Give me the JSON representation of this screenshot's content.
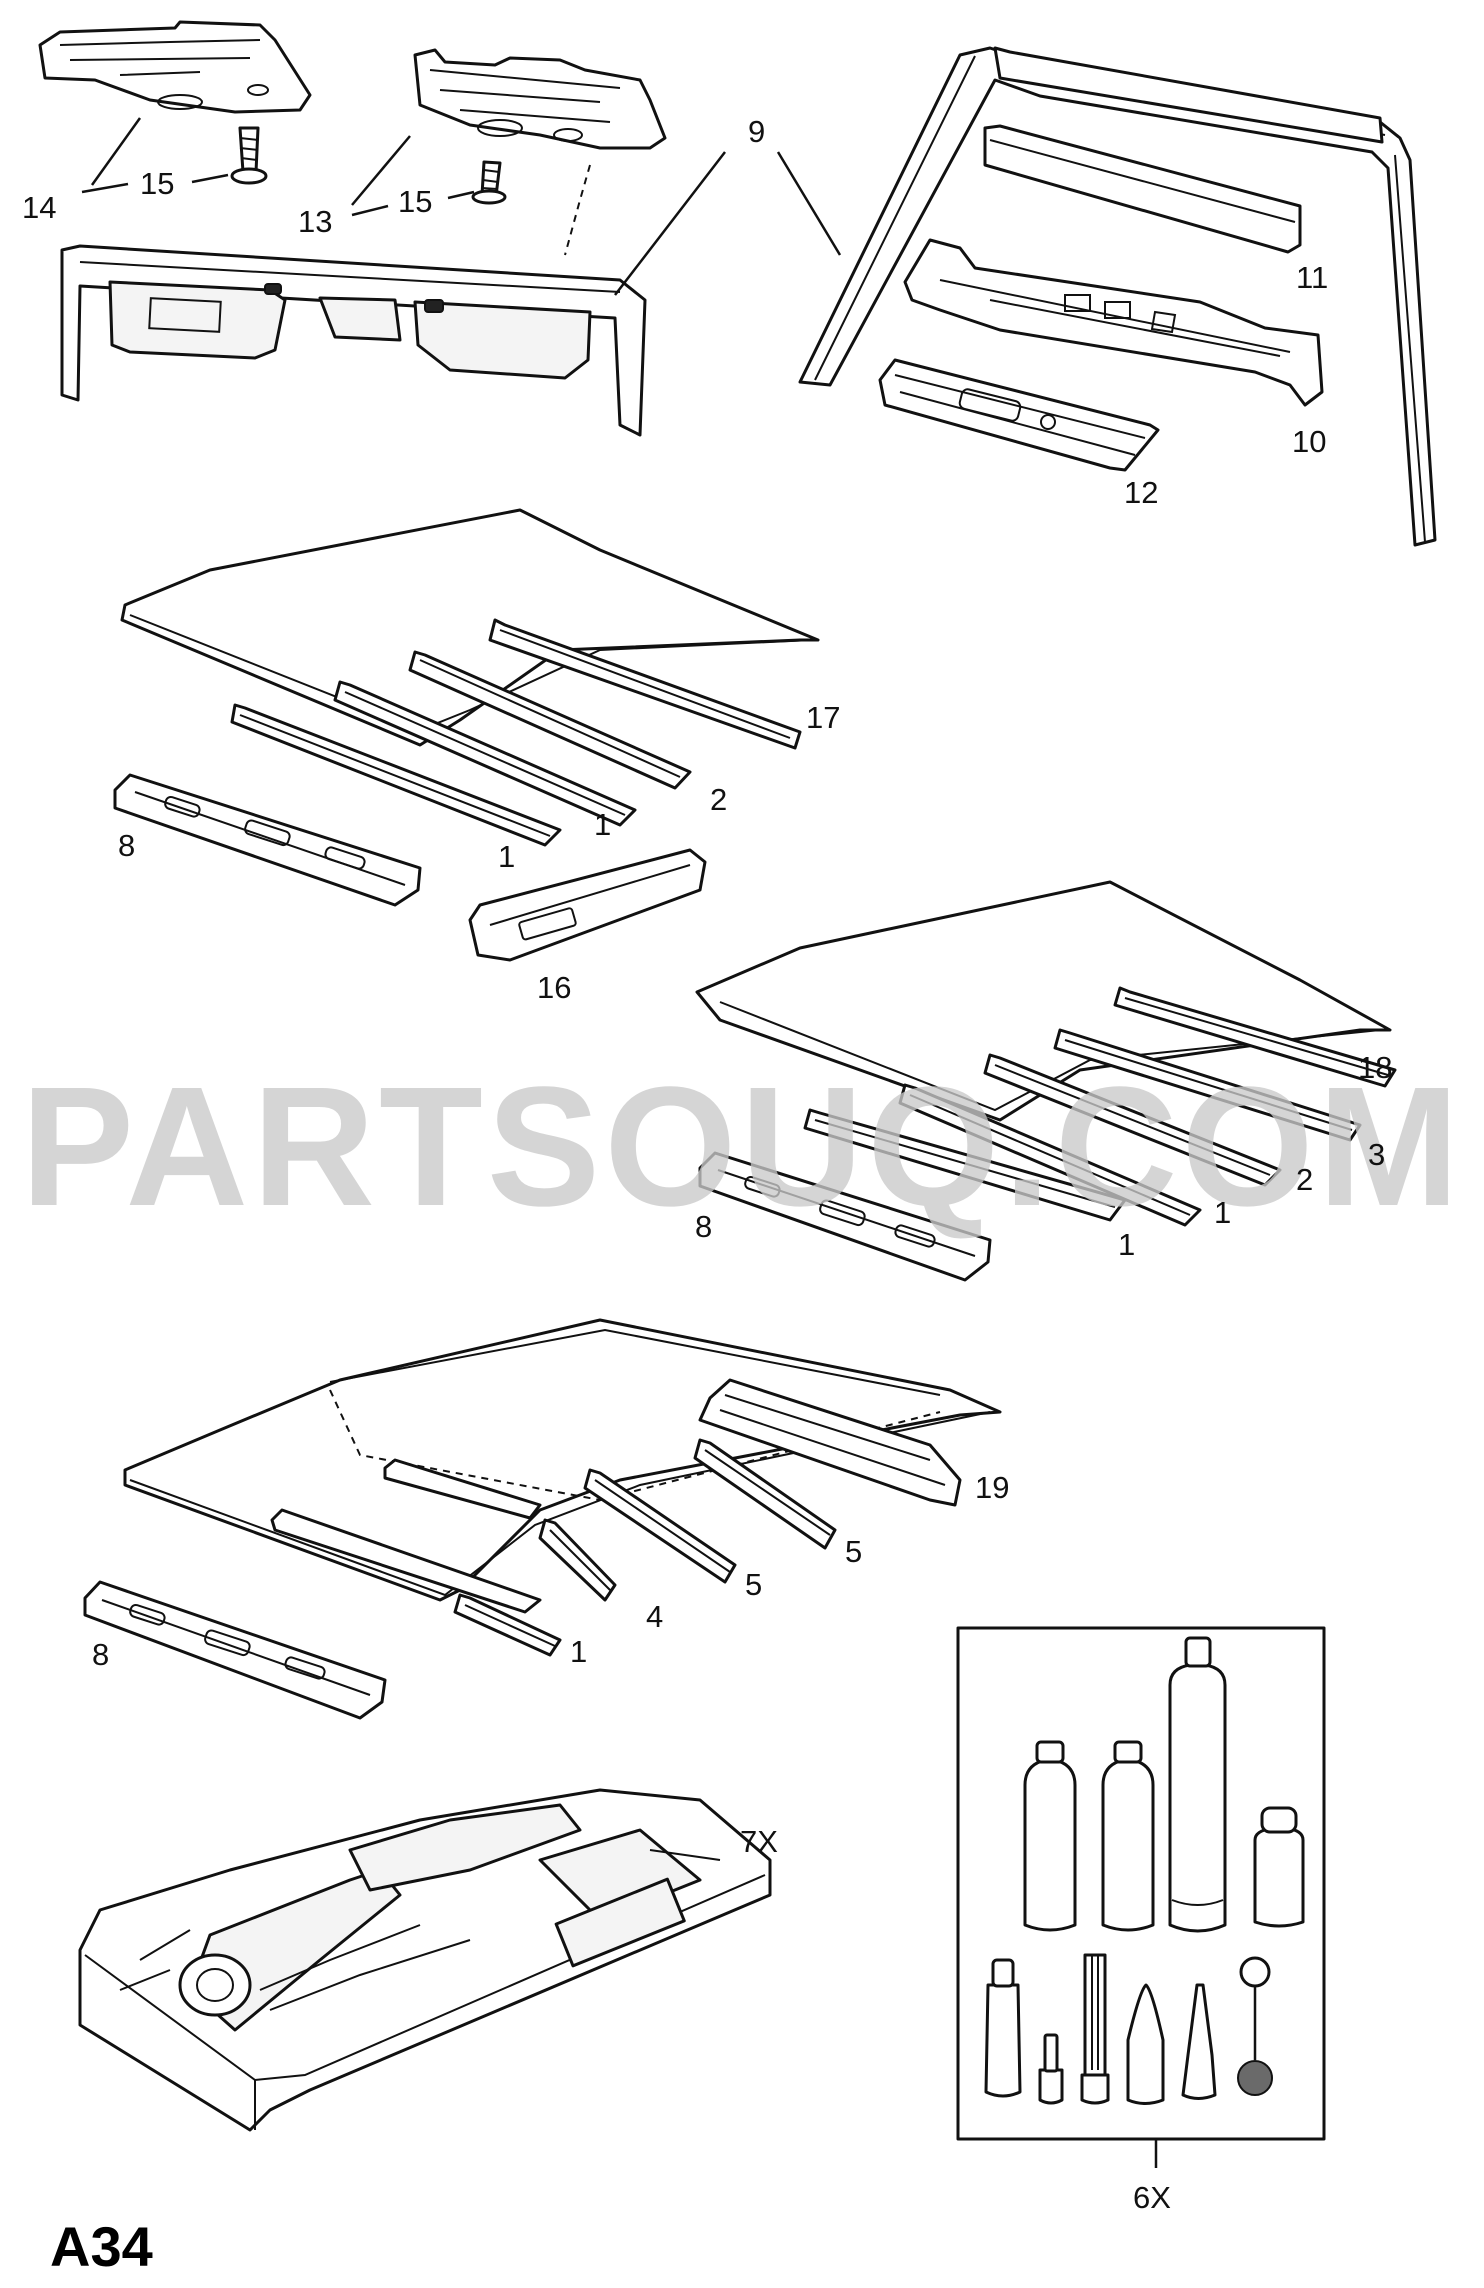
{
  "diagram": {
    "page_code": "A34",
    "watermark": "PARTSOUQ.COM",
    "callouts": {
      "c14": "14",
      "c15a": "15",
      "c13": "13",
      "c15b": "15",
      "c9": "9",
      "c11": "11",
      "c10": "10",
      "c12": "12",
      "c17": "17",
      "c2a": "2",
      "c1a": "1",
      "c1b": "1",
      "c8a": "8",
      "c16": "16",
      "c18": "18",
      "c3": "3",
      "c2b": "2",
      "c1c": "1",
      "c1d": "1",
      "c8b": "8",
      "c19": "19",
      "c5a": "5",
      "c5b": "5",
      "c4": "4",
      "c1e": "1",
      "c8c": "8",
      "c7x": "7X",
      "c6x": "6X"
    }
  }
}
